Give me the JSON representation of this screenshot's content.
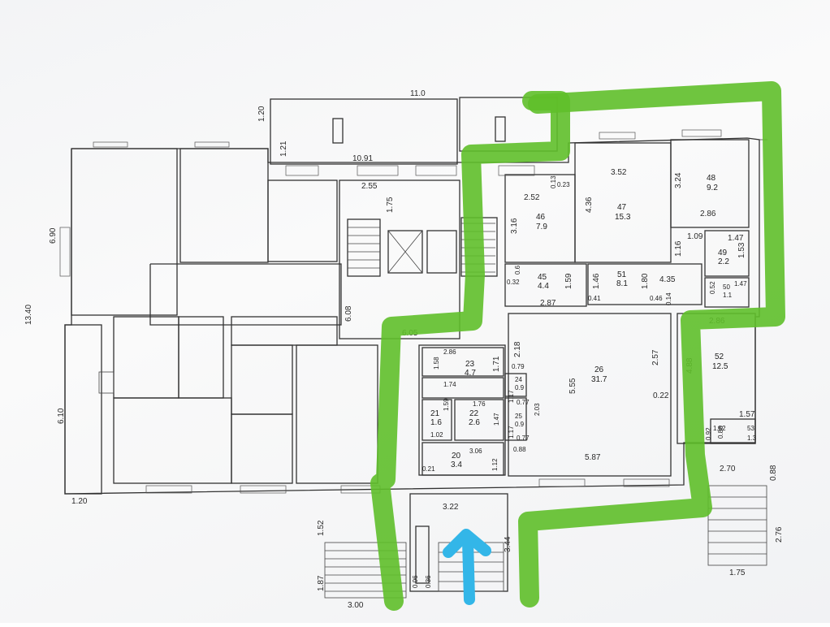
{
  "dimensions": {
    "top_width": "11.0",
    "top_left_height": "1.20",
    "height_1_21": "1.21",
    "inner_width": "10.91",
    "left_6_90": "6.90",
    "total_height": "13.40",
    "left_6_10": "6.10",
    "bottom_left": "1.20",
    "d_2_55": "2.55",
    "d_1_75": "1.75",
    "d_6_08": "6.08",
    "d_6_05": "6.05",
    "d_3_22": "3.22",
    "d_3_44": "3.44",
    "d_1_52": "1.52",
    "d_1_87": "1.87",
    "d_3_00": "3.00",
    "d_0_06": "0.06",
    "d_0_36": "0.36",
    "d_2_70": "2.70",
    "d_0_88": "0.88",
    "d_2_76": "2.76",
    "d_1_75b": "1.75",
    "d_2_86": "2.86",
    "d_4_88": "4.88",
    "d_0_92": "0.92",
    "d_0_86": "0.86",
    "d_1_57": "1.57",
    "d_5_87": "5.87",
    "d_5_55": "5.55",
    "d_2_57": "2.57",
    "d_0_22": "0.22",
    "d_2_87": "2.87",
    "d_0_41": "0.41",
    "d_0_46": "0.46",
    "d_0_14": "0.14",
    "d_4_35": "4.35",
    "d_1_80": "1.80",
    "d_1_46": "1.46",
    "d_1_59": "1.59",
    "d_0_32": "0.32",
    "d_0_6": "0.6",
    "d_3_16": "3.16",
    "d_2_52": "2.52",
    "d_0_13": "0.13",
    "d_0_23": "0.23",
    "d_3_52": "3.52",
    "d_4_36": "4.36",
    "d_3_24": "3.24",
    "d_2_86b": "2.86",
    "d_1_09": "1.09",
    "d_1_16": "1.16",
    "d_1_47": "1.47",
    "d_1_53": "1.53",
    "d_0_52": "0.52",
    "d_1_47b": "1.47",
    "d_2_18": "2.18",
    "d_0_79": "0.79",
    "d_1_71": "1.71",
    "d_1_58": "1.58",
    "d_2_86c": "2.86",
    "d_1_74": "1.74",
    "d_1_59b": "1.59",
    "d_1_76": "1.76",
    "d_1_47c": "1.47",
    "d_1_02": "1.02",
    "d_3_06": "3.06",
    "d_1_12": "1.12",
    "d_0_88b": "0.88",
    "d_1_17": "1.17",
    "d_0_77": "0.77",
    "d_0_77b": "0.77",
    "d_1_17b": "1.17",
    "d_2_03": "2.03",
    "d_1_52b": "1.52",
    "d_0_21": "0.21"
  },
  "rooms": [
    {
      "num": "23",
      "area": "4.7"
    },
    {
      "num": "24",
      "area": "0.9"
    },
    {
      "num": "25",
      "area": "0.9"
    },
    {
      "num": "21",
      "area": "1.6"
    },
    {
      "num": "22",
      "area": "2.6"
    },
    {
      "num": "20",
      "area": "3.4"
    },
    {
      "num": "26",
      "area": "31.7"
    },
    {
      "num": "45",
      "area": "4.4"
    },
    {
      "num": "46",
      "area": "7.9"
    },
    {
      "num": "47",
      "area": "15.3"
    },
    {
      "num": "48",
      "area": "9.2"
    },
    {
      "num": "49",
      "area": "2.2"
    },
    {
      "num": "50",
      "area": "1.1"
    },
    {
      "num": "51",
      "area": "8.1"
    },
    {
      "num": "52",
      "area": "12.5"
    },
    {
      "num": "53",
      "area": "1.3"
    }
  ],
  "colors": {
    "boundary_marker": "#5fbf2a",
    "entrance_arrow": "#33b6e8",
    "walls": "#333333"
  },
  "icons": {
    "entrance_arrow": "arrow-up-icon"
  }
}
